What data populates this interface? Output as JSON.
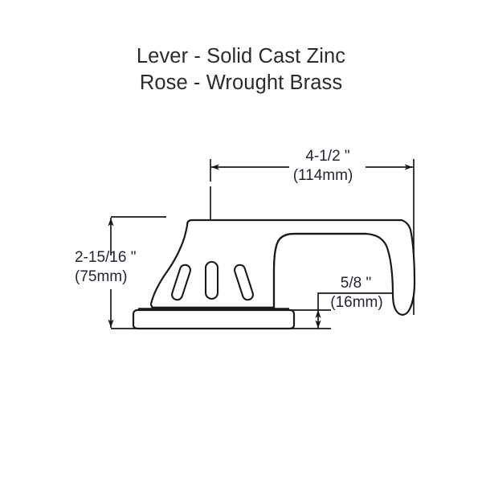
{
  "document": {
    "type": "technical-drawing",
    "subject": "Door lever and rose side elevation",
    "background_color": "#ffffff",
    "line_color": "#1a1a1a",
    "text_color": "#232531"
  },
  "title": {
    "line1": "Lever - Solid Cast Zinc",
    "line2": "Rose - Wrought Brass"
  },
  "dimensions": {
    "width": {
      "name": "overall-lever-projection",
      "imperial": "4-1/2 \"",
      "metric": "(114mm)",
      "orientation": "horizontal",
      "position": "top"
    },
    "height": {
      "name": "overall-lever-height",
      "imperial": "2-15/16 \"",
      "metric": "(75mm)",
      "orientation": "vertical",
      "position": "left"
    },
    "thickness": {
      "name": "rose-thickness",
      "imperial": "5/8 \"",
      "metric": "(16mm)",
      "orientation": "vertical",
      "position": "right"
    }
  },
  "parts": {
    "lever": {
      "label": "Lever",
      "material": "Solid Cast Zinc"
    },
    "rose": {
      "label": "Rose",
      "material": "Wrought Brass"
    }
  },
  "features": {
    "slots": [
      {
        "name": "vent-slot-left",
        "tilt": "-18deg"
      },
      {
        "name": "vent-slot-center",
        "tilt": "0deg"
      },
      {
        "name": "vent-slot-right",
        "tilt": "18deg"
      }
    ]
  }
}
